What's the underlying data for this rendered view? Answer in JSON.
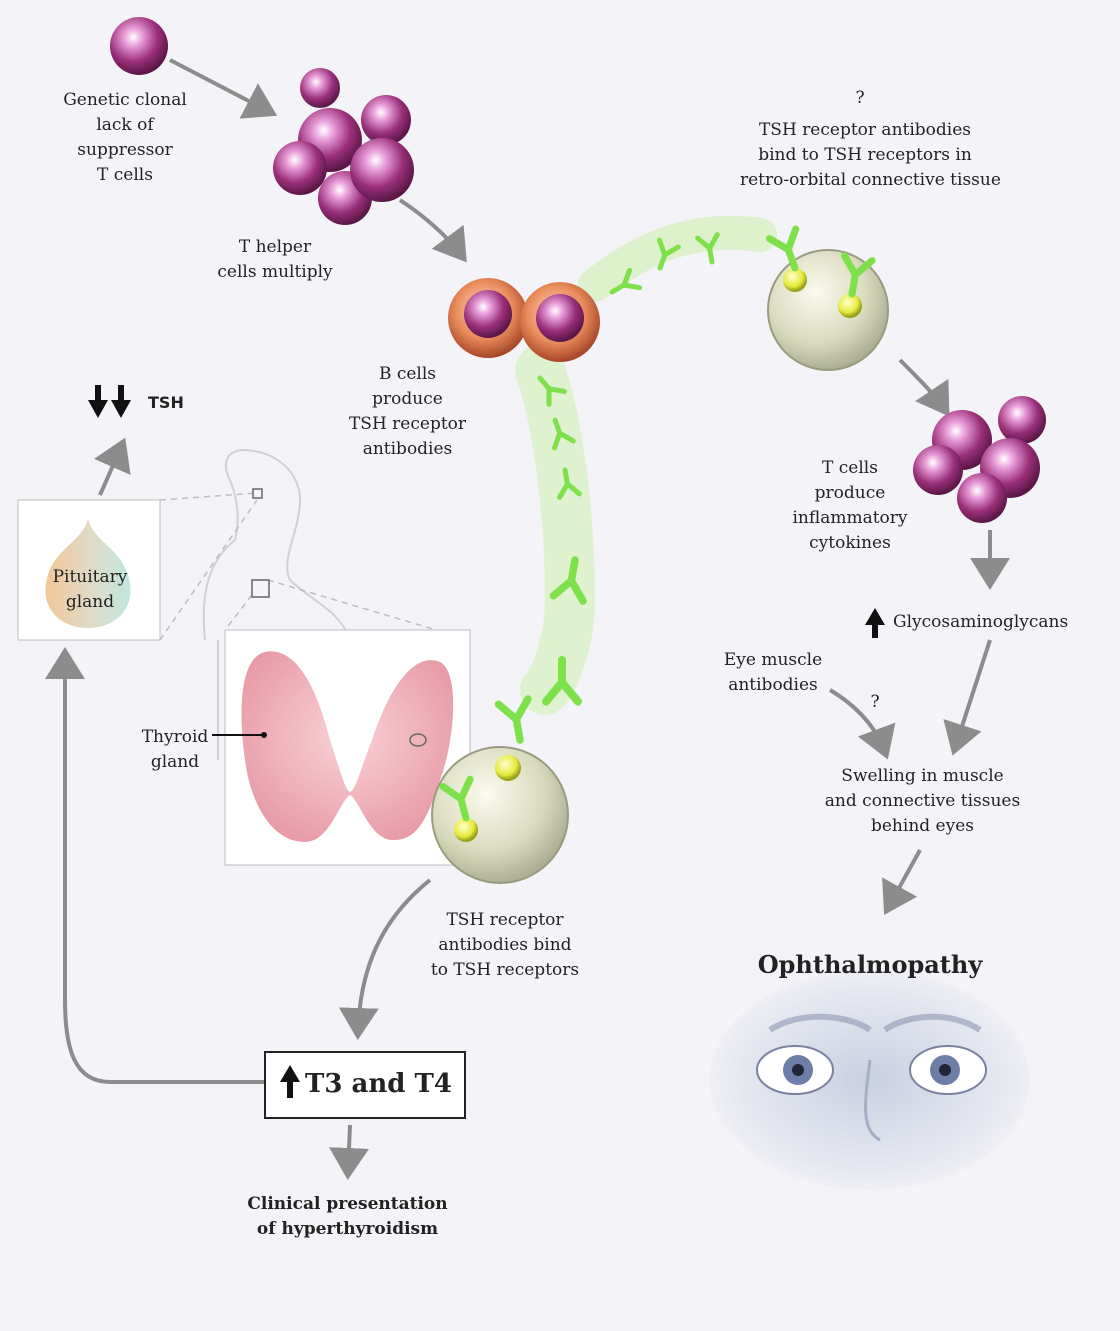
{
  "labels": {
    "genetic": "Genetic clonal\nlack of\nsuppressor\nT cells",
    "t_helper": "T helper\ncells multiply",
    "b_cells": "B cells\nproduce\nTSH receptor\nantibodies",
    "question_top": "?",
    "tsh_retro": "TSH receptor antibodies\nbind to TSH receptors in\nretro-orbital connective tissue",
    "t_cells": "T cells\nproduce\ninflammatory\ncytokines",
    "glycosaminoglycans": "Glycosaminoglycans",
    "eye_muscle": "Eye muscle\nantibodies",
    "question_mid": "?",
    "swelling": "Swelling in muscle\nand connective tissues\nbehind eyes",
    "ophthalmopathy": "Ophthalmopathy",
    "tsh": "TSH",
    "pituitary": "Pituitary\ngland",
    "thyroid": "Thyroid\ngland",
    "tsh_bind": "TSH receptor\nantibodies bind\nto TSH receptors",
    "t3t4": "T3 and T4",
    "clinical": "Clinical presentation\nof hyperthyroidism"
  },
  "colors": {
    "arrow": "#8c8c8c",
    "antibody": "#7ee04a",
    "cell_purple": "#9a2f7a",
    "b_cell_orange": "#d8764a",
    "thyroid_pink": "#f2b8c0"
  },
  "icons": [
    "up-arrow-icon",
    "down-arrow-icon"
  ]
}
